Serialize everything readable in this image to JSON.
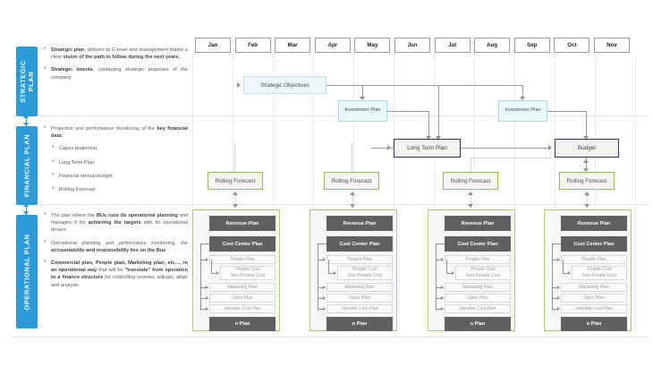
{
  "timeline": {
    "months": [
      "Jan",
      "Feb",
      "Mar",
      "Apr",
      "May",
      "Jun",
      "Jul",
      "Aug",
      "Sep",
      "Oct",
      "Nov"
    ]
  },
  "bands": [
    {
      "id": "strategic",
      "tab_label": "STRATEGIC PLAN",
      "bullets": [
        {
          "html": "<b>Strategic plan</b>, delivers to C-level and management teams a clear <b>vision of the path to follow during the next years.</b>"
        },
        {
          "html": "<b>Strategic intents</b>, containing strategic purposes of the company."
        }
      ]
    },
    {
      "id": "financial",
      "tab_label": "FINANCIAL PLAN",
      "bullets": [
        {
          "html": "Projection and performance monitoring of the <b>key financial data:</b>"
        },
        {
          "html": "Capex projection.",
          "sub": true
        },
        {
          "html": "Long Term Plan.",
          "sub": true
        },
        {
          "html": "Financial annual budget.",
          "sub": true
        },
        {
          "html": "Rolling Forecast",
          "sub": true
        }
      ]
    },
    {
      "id": "operational",
      "tab_label": "OPERATIONAL PLAN",
      "bullets": [
        {
          "html": "The plan where the <b>BUs runs its operational planning</b> and manages it for <b>achieving the targets</b> with its operational drivers."
        },
        {
          "html": "Operational planning and performance monitoring, the <b>accountability and responsibility lies on the Bus</b>"
        },
        {
          "html": "<b>Commercial plan, People plan, Marketing plan, etc…. in an operational way</b> that will be <b>&quot;translate&quot; from operation to a finance structure</b> for controlling reviews, adjusts, allign and analysis"
        }
      ]
    }
  ],
  "nodes": {
    "strategic_objectives": "Strategic Objectives",
    "investment_plan_1": "Investment Plan",
    "investment_plan_2": "Investment Plan",
    "long_term_plan": "Long Term Plan",
    "budget": "Budget",
    "rolling_forecasts": [
      "Rolling Forecast",
      "Rolling Forecast",
      "Rolling Forecast",
      "Rolling Forecast"
    ]
  },
  "operational_panel": {
    "revenue_plan": "Revenue Plan",
    "cost_center_plan": "Cost Center Plan",
    "people_plan": "People Plan",
    "people_cost": "People Cost",
    "non_people_cost": "Non-People Cost",
    "marketing_plan": "Marketing Plan",
    "opex_plan": "Opex Plan",
    "variable_cost_plan": "Variable Cost Plan",
    "n_plan": "n Plan"
  },
  "panel_count": 4,
  "colors": {
    "tab_blue": "#2e9bd6",
    "strategic_fill": "#eef6fa",
    "strategic_border": "#bfe3ef",
    "invest_fill": "#eaf7fb",
    "invest_border": "#a9dcea",
    "major_border": "#2f3268",
    "forecast_border": "#8cc152",
    "panel_border": "#a8cf6a",
    "op_dark": "#5f6062"
  }
}
